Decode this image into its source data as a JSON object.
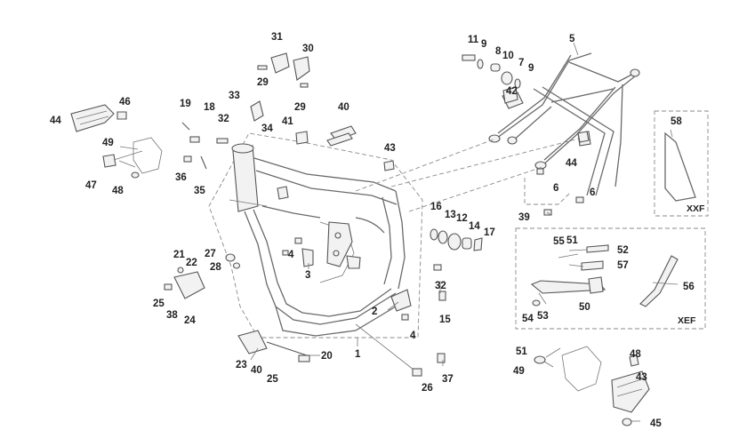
{
  "diagram": {
    "box_labels": {
      "xxf": "XXF",
      "xef": "XEF"
    },
    "callouts": [
      {
        "key": "c1",
        "text": "1"
      },
      {
        "key": "c2",
        "text": "2"
      },
      {
        "key": "c3",
        "text": "3"
      },
      {
        "key": "c4a",
        "text": "4"
      },
      {
        "key": "c4b",
        "text": "4"
      },
      {
        "key": "c5",
        "text": "5"
      },
      {
        "key": "c6a",
        "text": "6"
      },
      {
        "key": "c6b",
        "text": "6"
      },
      {
        "key": "c7",
        "text": "7"
      },
      {
        "key": "c8",
        "text": "8"
      },
      {
        "key": "c9a",
        "text": "9"
      },
      {
        "key": "c9b",
        "text": "9"
      },
      {
        "key": "c10",
        "text": "10"
      },
      {
        "key": "c11",
        "text": "11"
      },
      {
        "key": "c12",
        "text": "12"
      },
      {
        "key": "c13",
        "text": "13"
      },
      {
        "key": "c14",
        "text": "14"
      },
      {
        "key": "c15",
        "text": "15"
      },
      {
        "key": "c16",
        "text": "16"
      },
      {
        "key": "c17",
        "text": "17"
      },
      {
        "key": "c18",
        "text": "18"
      },
      {
        "key": "c19",
        "text": "19"
      },
      {
        "key": "c20",
        "text": "20"
      },
      {
        "key": "c21",
        "text": "21"
      },
      {
        "key": "c22",
        "text": "22"
      },
      {
        "key": "c23",
        "text": "23"
      },
      {
        "key": "c24",
        "text": "24"
      },
      {
        "key": "c25a",
        "text": "25"
      },
      {
        "key": "c25b",
        "text": "25"
      },
      {
        "key": "c26",
        "text": "26"
      },
      {
        "key": "c27",
        "text": "27"
      },
      {
        "key": "c28",
        "text": "28"
      },
      {
        "key": "c29a",
        "text": "29"
      },
      {
        "key": "c29b",
        "text": "29"
      },
      {
        "key": "c30",
        "text": "30"
      },
      {
        "key": "c31",
        "text": "31"
      },
      {
        "key": "c32a",
        "text": "32"
      },
      {
        "key": "c32b",
        "text": "32"
      },
      {
        "key": "c33",
        "text": "33"
      },
      {
        "key": "c34",
        "text": "34"
      },
      {
        "key": "c35",
        "text": "35"
      },
      {
        "key": "c36",
        "text": "36"
      },
      {
        "key": "c37",
        "text": "37"
      },
      {
        "key": "c38",
        "text": "38"
      },
      {
        "key": "c39",
        "text": "39"
      },
      {
        "key": "c40a",
        "text": "40"
      },
      {
        "key": "c40b",
        "text": "40"
      },
      {
        "key": "c41",
        "text": "41"
      },
      {
        "key": "c42",
        "text": "42"
      },
      {
        "key": "c43a",
        "text": "43"
      },
      {
        "key": "c43b",
        "text": "43"
      },
      {
        "key": "c44a",
        "text": "44"
      },
      {
        "key": "c44b",
        "text": "44"
      },
      {
        "key": "c45",
        "text": "45"
      },
      {
        "key": "c46",
        "text": "46"
      },
      {
        "key": "c47",
        "text": "47"
      },
      {
        "key": "c48a",
        "text": "48"
      },
      {
        "key": "c48b",
        "text": "48"
      },
      {
        "key": "c49a",
        "text": "49"
      },
      {
        "key": "c49b",
        "text": "49"
      },
      {
        "key": "c50",
        "text": "50"
      },
      {
        "key": "c51a",
        "text": "51"
      },
      {
        "key": "c51b",
        "text": "51"
      },
      {
        "key": "c52",
        "text": "52"
      },
      {
        "key": "c53",
        "text": "53"
      },
      {
        "key": "c54",
        "text": "54"
      },
      {
        "key": "c55",
        "text": "55"
      },
      {
        "key": "c56",
        "text": "56"
      },
      {
        "key": "c57",
        "text": "57"
      },
      {
        "key": "c58",
        "text": "58"
      }
    ]
  }
}
